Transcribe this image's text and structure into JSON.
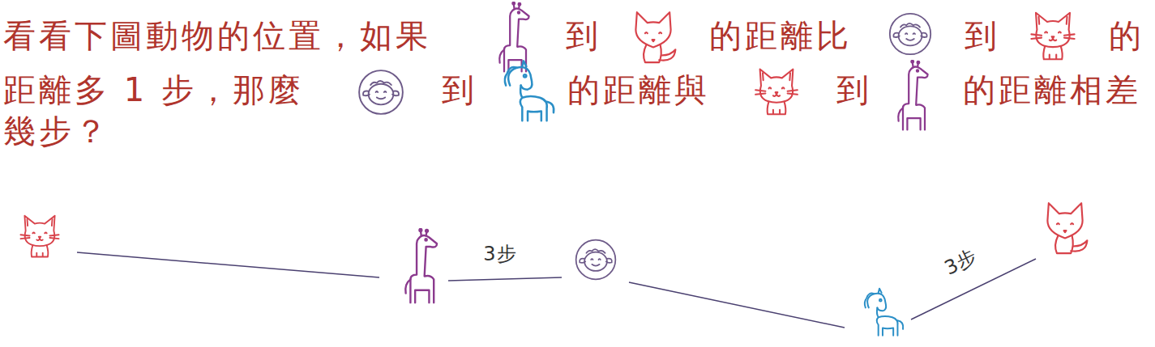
{
  "diagram": {
    "labels": [
      "看看下圖動物的位置，如果",
      "到",
      "的距離比",
      "到",
      "的",
      "距離多 1 步，那麼",
      "到",
      "的距離與",
      "到",
      "的距離相差",
      "幾步？",
      "3步",
      "3步"
    ]
  }
}
